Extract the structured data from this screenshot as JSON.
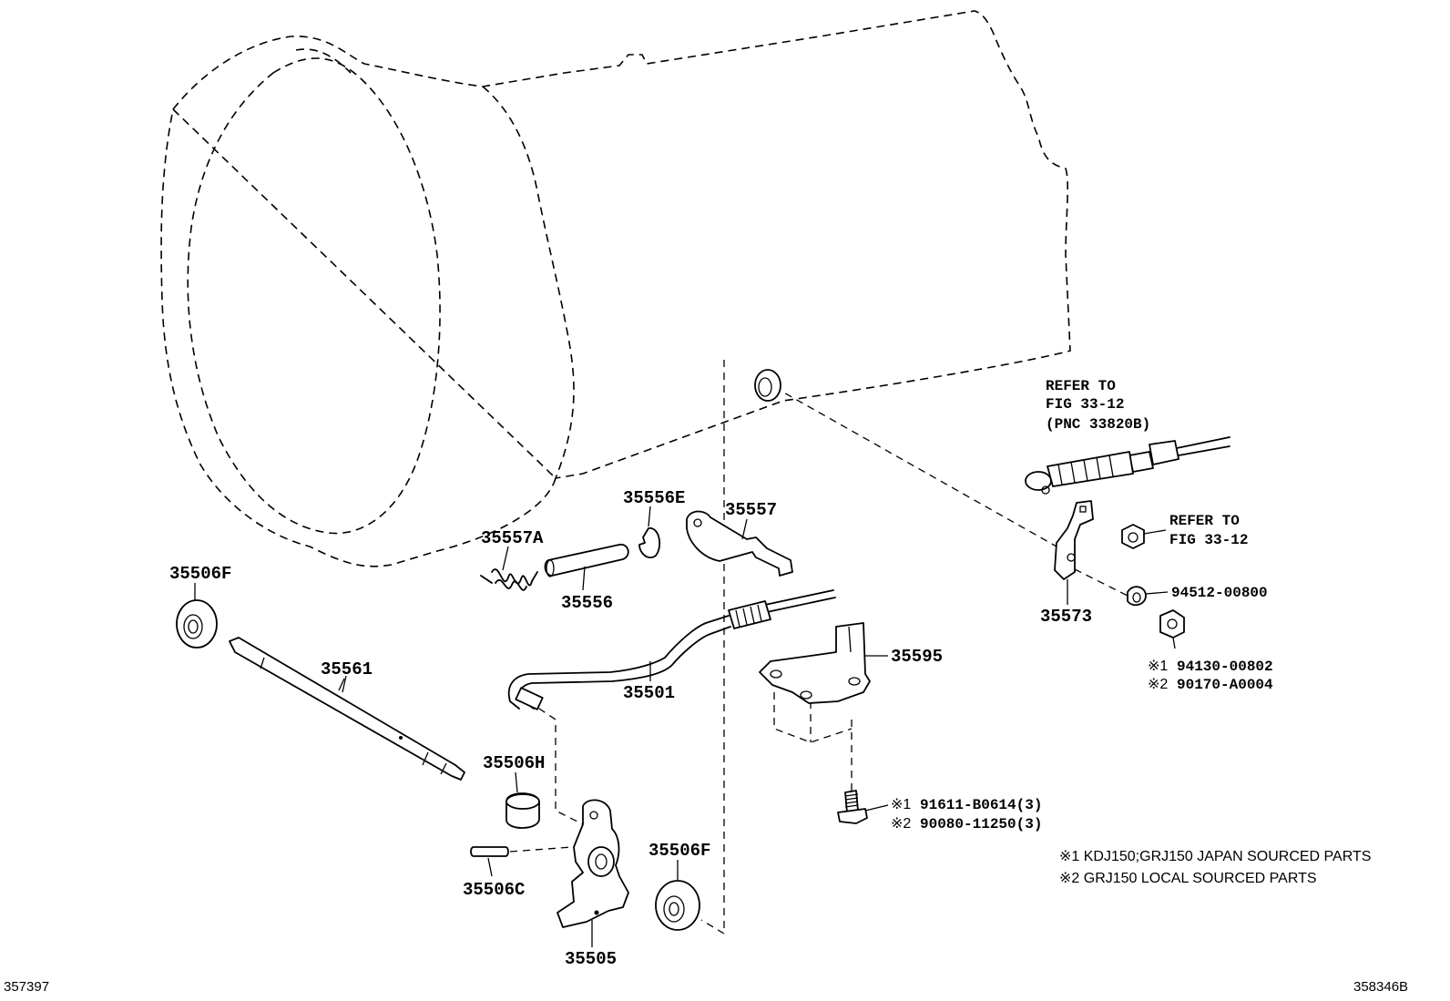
{
  "parts": {
    "p35506F_top": "35506F",
    "p35561": "35561",
    "p35557A": "35557A",
    "p35556": "35556",
    "p35556E": "35556E",
    "p35557": "35557",
    "p35501": "35501",
    "p35506H": "35506H",
    "p35506C": "35506C",
    "p35505": "35505",
    "p35506F_bottom": "35506F",
    "p35595": "35595",
    "p35573": "35573",
    "p94512": "94512-00800",
    "p94130": "94130-00802",
    "p90170": "90170-A0004",
    "p91611": "91611-B0614(3)",
    "p90080": "90080-11250(3)"
  },
  "markers": {
    "m1": "※1",
    "m2": "※2"
  },
  "refer_cable": {
    "line1": "REFER TO",
    "line2": "FIG 33-12",
    "line3": "(PNC 33820B)"
  },
  "refer_nut": {
    "line1": "REFER TO",
    "line2": "FIG 33-12"
  },
  "legend": {
    "note1": "※1 KDJ150;GRJ150 JAPAN SOURCED PARTS",
    "note2": "※2 GRJ150 LOCAL SOURCED PARTS"
  },
  "footer": {
    "left_id": "357397",
    "right_id": "358346B"
  }
}
